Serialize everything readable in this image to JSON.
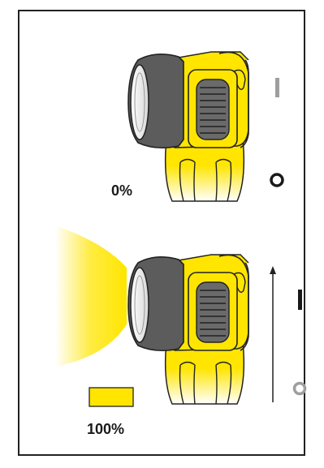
{
  "panel_top": {
    "label": "0%",
    "state_symbol_on": "I",
    "state_symbol_off": "O"
  },
  "panel_bottom": {
    "label": "100%",
    "state_symbol_on": "I",
    "state_symbol_off": "O",
    "switch_direction": "up"
  },
  "colors": {
    "body_yellow": "#FFE500",
    "body_yellow_dark": "#E8C800",
    "head_gray": "#5C5C5C",
    "lens_gray": "#9A9A9A",
    "beam_yellow": "#FFE500",
    "symbol_active": "#1A1A1A",
    "symbol_inactive": "#9E9E9E"
  },
  "icons": [
    "flashlight-icon",
    "light-beam-icon",
    "battery-level-icon",
    "switch-arrow-icon"
  ]
}
